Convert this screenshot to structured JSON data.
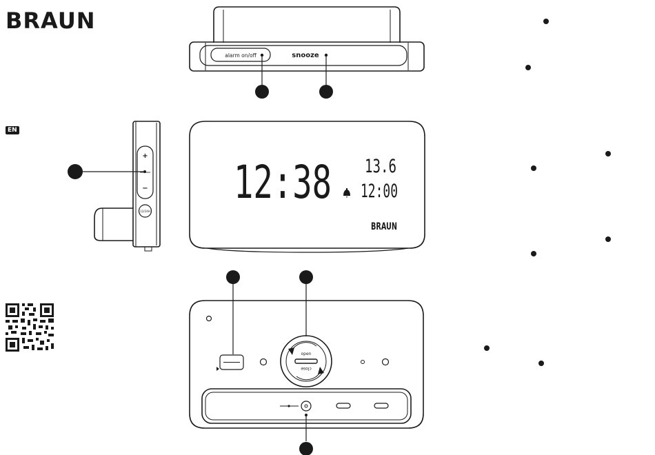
{
  "brand": "BRAUN",
  "language_badge": "EN",
  "top_view": {
    "alarm_button_label": "alarm on/off",
    "snooze_label": "snooze"
  },
  "side_view": {
    "plus_label": "+",
    "minus_label": "−",
    "mode_button_label": "12/24H"
  },
  "display": {
    "time": "12:38",
    "date": "13.6",
    "alarm_time": "12:00",
    "brand_mark": "BRAUN"
  },
  "back_view": {
    "dial_open_label": "open",
    "dial_close_label": "close"
  },
  "callout_count": 6,
  "bullet_count": 10,
  "colors": {
    "ink": "#1a1a1a",
    "paper": "#ffffff"
  }
}
